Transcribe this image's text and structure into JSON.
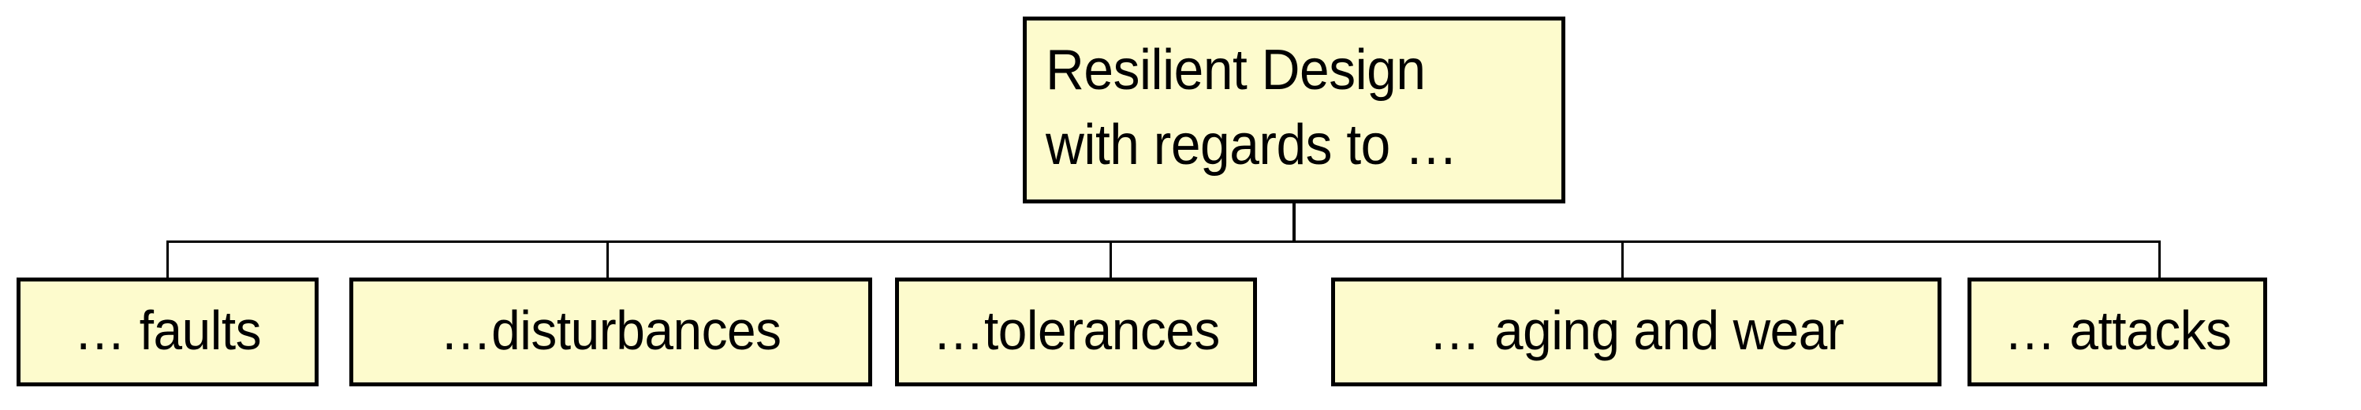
{
  "diagram": {
    "type": "tree",
    "orientation": "top-down",
    "title": "Resilient Design with regards to ...",
    "colors": {
      "node_fill": "#fdfbcd",
      "node_border": "#000000",
      "text": "#000000",
      "connector": "#000000",
      "background": "#ffffff"
    },
    "root": {
      "id": "resilient-design",
      "line1": "Resilient Design",
      "line2": "with regards to …"
    },
    "children": [
      {
        "id": "faults",
        "label": "… faults"
      },
      {
        "id": "disturbances",
        "label": "…disturbances"
      },
      {
        "id": "tolerances",
        "label": "…tolerances"
      },
      {
        "id": "aging-and-wear",
        "label": "… aging and wear"
      },
      {
        "id": "attacks",
        "label": "… attacks"
      }
    ]
  }
}
